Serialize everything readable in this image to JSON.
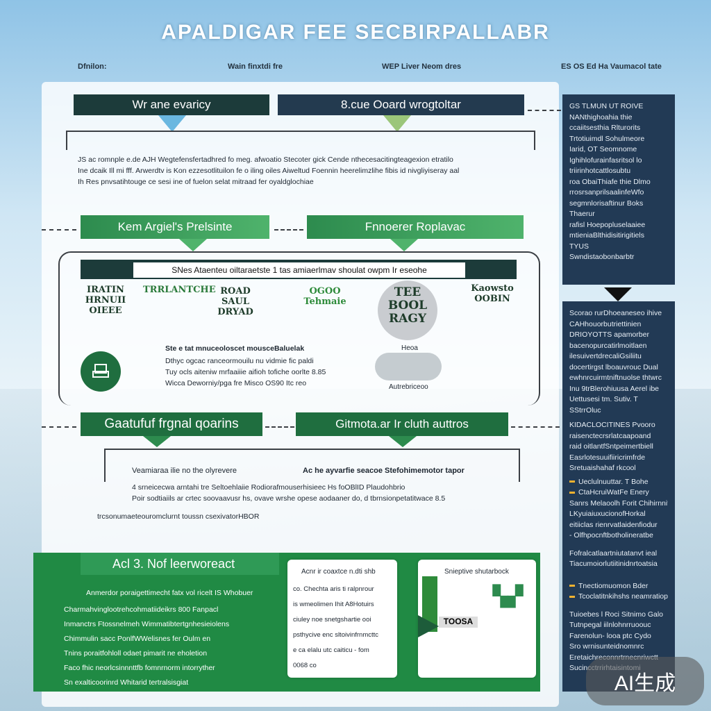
{
  "title": "APALDIGAR FEE SECBIRPALLABR",
  "topnav": [
    "Dfnilon:",
    "Wain finxtdi fre",
    "WEP Liver Neom dres",
    "ES OS Ed Ha Vaumacol tate"
  ],
  "section1": {
    "left_header": "Wr ane evaricy",
    "right_header": "8.cue Ooard wrogtoltar",
    "paragraph": [
      "JS ac romnple e.de AJH Wegtefensfertadhred fo meg. afwoatio Stecoter gick Cende nthecesacitingteagexion etratilo",
      "Ine dcaik Ill mi fff. Arwerdtv is Kon ezzesotlituilon fe o iling oiles Aiweltud Foennin heerelimzlihe fibis id nivgliyiseray aal",
      "Ih Res pnvsatihtouge ce sesi ine of fuelon selat mitraad fer oyaldglochiae"
    ]
  },
  "section2": {
    "left_header": "Kem Argiel's Prelsinte",
    "right_header": "Fnnoerer Roplavac",
    "bar_text": "SNes Ataenteu oiltaraetste 1 tas amiaerlmav shoulat owpm Ir eseohe",
    "items": [
      {
        "label": "IRATIN HRNUII OIEEE",
        "icon": "stage-icon"
      },
      {
        "label": "TRRLANTCHE",
        "icon": "plant-icon"
      },
      {
        "label": "ROAD SAUL DRYAD",
        "icon": "sign-icon"
      },
      {
        "label": "OGOO Tehmaie",
        "icon": "tree-icon"
      },
      {
        "label": "TEE BOOL RAGY",
        "icon": "globe-icon"
      },
      {
        "label": "Kaowsto OOBIN",
        "icon": "frame-icon"
      }
    ],
    "sub_title": "Ste e tat mnuceoloscet mousceBaluelak",
    "sub_lines": [
      "Dthyc ogcac ranceormouilu nu vidmie fic paldi",
      "Tuy ocls aiteniw mrfaaiiie aifioh tofiche oorlte 8.85",
      "Wicca Deworniy/pga fre Misco OS90 Itc reo"
    ],
    "sub_caption_top": "Heoa",
    "sub_caption_bottom": "Autrebriceoo"
  },
  "section3": {
    "left_header": "Gaatufuf frgnal qoarins",
    "right_header": "Gitmota.ar Ir cluth auttros",
    "left_text": "Veamiaraa ilie no the olyrevere",
    "right_title": "Ac he ayvarfie seacoe Stefohimemotor tapor",
    "lines": [
      "4 srneicecwa arntahi tre Seltoehlaiie Rodiorafmouserhisieec Hs foOBlID Plaudohbrio",
      "Poir sodtiaiils ar crtec soovaavusr hs, ovave wrshe opese aodaaner do, d tbrnsionpetatitwace 8.5",
      "trcsonumaeteouromclurnt toussn csexivatorHBOR"
    ]
  },
  "section4": {
    "header": "Acl 3. Nof leerworeact",
    "intro": "Anmerdor poraigettimecht fatx vol ricelt IS Whobuer",
    "lines": [
      "Charmahvinglootrehcohmatiideikrs 800 Fanpacl",
      "Inmanctrs Ftossnelmeh Wimmatibtertgnhesieiolens",
      "Chimmulin sacc PonlfWWelisnes fer Oulm en",
      "Tnins poraitfohloll odaet pimarit ne eholetion",
      "Faco fhic neorlcsinnnttfb fomnrnorm intorryther",
      "Sn exalticoorinrd Whitarid tertralsisgiat"
    ],
    "card1": {
      "title": "Acnr ir coaxtce n.dti shb",
      "items": [
        "co. Chechta aris ti ralpnrour",
        "is wmeolimen Ihit A8Hotuirs",
        "ciuley noe snetgshartie ooi",
        "psthycive enc sltoivinfrnmcttc",
        "e ca elalu utc caiticu - fom",
        "0068 co"
      ]
    },
    "card2": {
      "title": "Snieptive shutarbock",
      "label": "TOOSA"
    }
  },
  "sidebar": {
    "card1": [
      "GS TLMUN UT ROIVE",
      "NANthighoahia thie",
      "ccaiitsesthia Rlturorits",
      "Trtotiuimdl Sohulmeore",
      "Iarid, OT Seomnome",
      "Ighihlofurainfasritsol lo",
      "triirinhotcattlosubtu",
      "roa ObaiThiafe thie Dlmo",
      "rrosrsanprilsaalinfeWfo",
      "segmnlorisaftinur Boks",
      "Thaerur",
      "rafisl Hoepopluselaaiee",
      "mtieniaBlthidisitirigitiels",
      "TYUS",
      "Swndistaobonbarbtr"
    ],
    "card2": [
      "Scorao rurDhoeaneseo ihive",
      "CAHhouorbutriettinien",
      "DRIOYOTTS apamorber",
      "bacenopurcatirlmoitlaen",
      "ilesuivertdrecaliGsiliitu",
      "docertirgst lboauvrouc Dual",
      "ewhnrcuirmtniftnuolse thtwrc",
      "Inu 9trBlerohiuusa Aerel ibe",
      "Uettusesi tm. Sutiv. T",
      "SStrrOluc",
      "KIDACLOCITINES Pvooro",
      "raisenctecrsrlatcaapoand",
      "raid oitlantfSntpeimertbiell",
      "Easrlotesuuifiiricrimfrde",
      "Sretuaishahaf rkcool"
    ],
    "bullets_a": [
      "Ueclulnuuttar. T Bohe",
      "CtaHcruiWatFe Enery"
    ],
    "mid_lines": [
      "Sanrs Melaoolh Forit Chihirnnito",
      "LKyuiaiuxucionofHorkal",
      "eitiiclas rienrvatlaidenfiodur",
      "- Olfhpocnftbotholineratbe"
    ],
    "mid2": [
      "Fofralcatlaartniutatanvt ieal",
      "Tiacumoiorlutiitinidnrtoatsia"
    ],
    "bullets_b": [
      "Tnectiomuomon Bder",
      "Tcoclatitnkihshs neamratiopy"
    ],
    "end_lines": [
      "Tuioebes l Roci Sitnimo Galo",
      "Tutnpegal iilnlohnrruoouc",
      "Farenolun- looa ptc Cydo",
      "Sro wrnisunteidnomnrc",
      "Eretaichreconnrtrnecnriwctt",
      "Sucincctrrirhtaisintomi"
    ]
  },
  "watermark": "AI生成",
  "colors": {
    "green": "#2d8b4e",
    "dark_green": "#1f6e3f",
    "navy": "#223a55",
    "dark": "#1c3b3a",
    "accent": "#f2b230"
  }
}
